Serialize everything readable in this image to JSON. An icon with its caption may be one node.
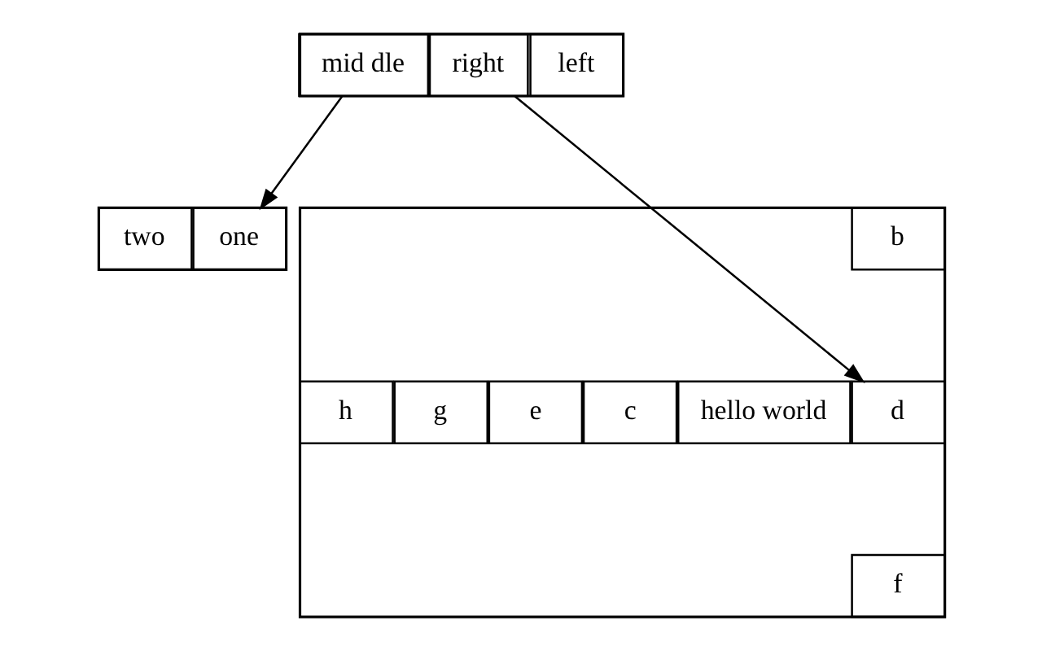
{
  "diagram": {
    "nodes": [
      {
        "text": [],
        "shape": "box"
      },
      {
        "text": [
          "left"
        ],
        "in": 0
      },
      {
        "text": [
          "mid dle"
        ],
        "in": 0
      },
      {
        "text": [
          "right"
        ],
        "in": 0
      },
      {
        "text": [],
        "shape": "box"
      },
      {
        "text": [
          "one"
        ],
        "in": 4
      },
      {
        "text": [
          "two"
        ],
        "in": 4
      },
      {
        "text": [],
        "shape": "box"
      },
      {
        "text": [
          "hello world"
        ],
        "in": 7
      },
      {
        "text": [
          "b"
        ],
        "in": 7
      },
      {
        "text": [
          "c"
        ],
        "in": 7
      },
      {
        "text": [
          "d"
        ],
        "in": 7
      },
      {
        "text": [
          "e"
        ],
        "in": 7
      },
      {
        "text": [
          "f"
        ],
        "in": 7
      },
      {
        "text": [
          "g"
        ],
        "in": 7
      },
      {
        "text": [
          "h"
        ],
        "in": 7
      }
    ],
    "edges": [
      {
        "from": 2,
        "to": 5,
        "arrow": "to"
      },
      {
        "from": 3,
        "to": 11,
        "arrow": "to"
      }
    ]
  }
}
